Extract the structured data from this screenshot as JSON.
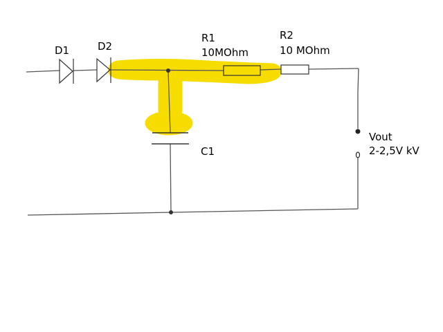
{
  "components": {
    "d1": {
      "label": "D1"
    },
    "d2": {
      "label": "D2"
    },
    "r1": {
      "label": "R1",
      "value": "10MOhm"
    },
    "r2": {
      "label": "R2",
      "value": "10 MOhm"
    },
    "c1": {
      "label": "C1"
    },
    "vout": {
      "label": "Vout",
      "value": "2-2,5V kV"
    }
  },
  "colors": {
    "wire": "#555555",
    "highlight": "#f7dc00",
    "text": "#000000"
  },
  "highlight": {
    "note": "yellow marker over D2 output, R1 node and C1 top plate"
  }
}
